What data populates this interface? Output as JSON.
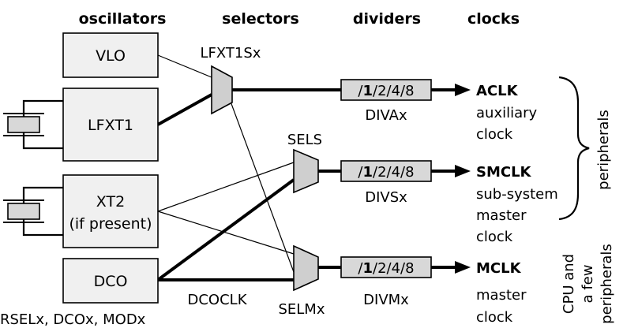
{
  "headers": {
    "oscillators": "oscillators",
    "selectors": "selectors",
    "dividers": "dividers",
    "clocks": "clocks"
  },
  "oscillators": {
    "vlo": "VLO",
    "lfxt1": "LFXT1",
    "xt2_line1": "XT2",
    "xt2_line2": "(if present)",
    "dco": "DCO",
    "dco_caption": "RSELx, DCOx, MODx"
  },
  "selectors": {
    "lfxt1s": "LFXT1Sx",
    "sels": "SELS",
    "selm": "SELMx",
    "dcoclk": "DCOCLK"
  },
  "dividers": {
    "pre": "/",
    "one": "1",
    "rest": "/2/4/8",
    "diva": "DIVAx",
    "divs": "DIVSx",
    "divm": "DIVMx"
  },
  "clocks": {
    "aclk": "ACLK",
    "aclk_desc1": "auxiliary",
    "aclk_desc2": "clock",
    "smclk": "SMCLK",
    "smclk_desc1": "sub-system",
    "smclk_desc2": "master",
    "smclk_desc3": "clock",
    "mclk": "MCLK",
    "mclk_desc1": "master",
    "mclk_desc2": "clock"
  },
  "side_labels": {
    "peripherals": "peripherals",
    "cpu_line1": "CPU and",
    "cpu_line2": "a few",
    "cpu_line3": "peripherals"
  }
}
